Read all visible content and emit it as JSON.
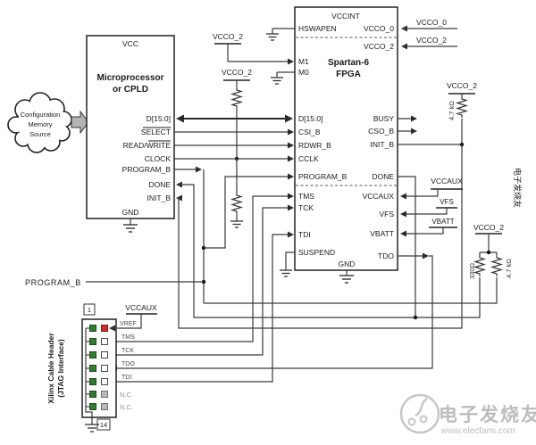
{
  "cloud": {
    "line1": "Configuration",
    "line2": "Memory",
    "line3": "Source"
  },
  "micro": {
    "power": "VCC",
    "title1": "Microprocessor",
    "title2": "or CPLD",
    "gnd": "GND",
    "d": "D[15:0]",
    "select": "SELECT",
    "read": "READ/",
    "write": "WRITE",
    "clock": "CLOCK",
    "program": "PROGRAM_B",
    "done": "DONE",
    "init": "INIT_B"
  },
  "fpga": {
    "power": "VCCINT",
    "title1": "Spartan-6",
    "title2": "FPGA",
    "gnd": "GND",
    "hswapen": "HSWAPEN",
    "m1": "M1",
    "m0": "M0",
    "d": "D[15:0]",
    "csi": "CSI_B",
    "rdwr": "RDWR_B",
    "cclk": "CCLK",
    "program": "PROGRAM_B",
    "tms": "TMS",
    "tck": "TCK",
    "tdi": "TDI",
    "suspend": "SUSPEND",
    "vcco0": "VCCO_0",
    "vcco2": "VCCO_2",
    "busy": "BUSY",
    "cso": "CSO_B",
    "init": "INIT_B",
    "done": "DONE",
    "vccaux": "VCCAUX",
    "vfs": "VFS",
    "vbatt": "VBATT",
    "tdo": "TDO"
  },
  "power": {
    "vcco2_m1": "VCCO_2",
    "vcco2_cclk": "VCCO_2",
    "vcco0_ext": "VCCO_0",
    "vcco2_ext": "VCCO_2",
    "vcco2_init": "VCCO_2",
    "vcco2_done": "VCCO_2",
    "vccaux_pin": "VCCAUX",
    "vfs_pin": "VFS",
    "vbatt_pin": "VBATT",
    "vccaux_jtag": "VCCAUX"
  },
  "resistors": {
    "init_pullup": "4.7 kΩ",
    "done_pullup": "330Ω",
    "program_pullup": "4.7 kΩ"
  },
  "net_labels": {
    "program_b": "PROGRAM_B"
  },
  "jtag": {
    "title1": "Xilinx Cable Header",
    "title2": "(JTAG Interface)",
    "pin_top": "1",
    "pin_bottom": "14",
    "vref": "VREF",
    "tms": "TMS",
    "tck": "TCK",
    "tdo": "TDO",
    "tdi": "TDI",
    "nc1": "N.C.",
    "nc2": "N.C."
  },
  "watermark": {
    "brand": "电子发烧友",
    "site": "www.elecfans.com",
    "side": "电子发烧友"
  }
}
